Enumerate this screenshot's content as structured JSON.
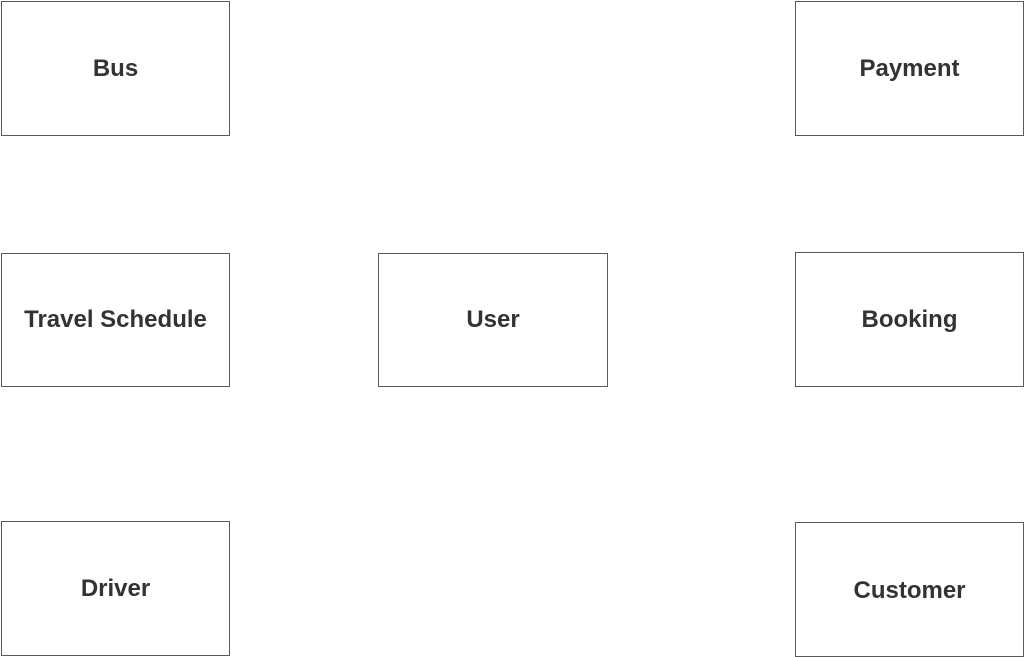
{
  "diagram": {
    "entities": {
      "bus": "Bus",
      "payment": "Payment",
      "travel_schedule": "Travel Schedule",
      "user": "User",
      "booking": "Booking",
      "driver": "Driver",
      "customer": "Customer"
    }
  },
  "colors": {
    "background": "#ffffff",
    "border": "#595959",
    "text": "#333333"
  }
}
